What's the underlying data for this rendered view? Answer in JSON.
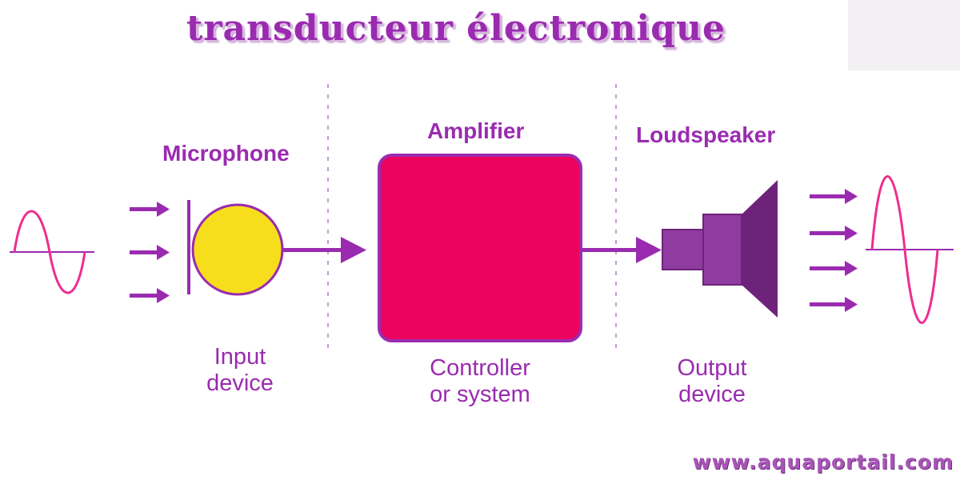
{
  "title": "transducteur électronique",
  "stages": {
    "input": {
      "heading": "Microphone",
      "caption_line1": "Input",
      "caption_line2": "device"
    },
    "controller": {
      "heading": "Amplifier",
      "caption_line1": "Controller",
      "caption_line2": "or system"
    },
    "output": {
      "heading": "Loudspeaker",
      "caption_line1": "Output",
      "caption_line2": "device"
    }
  },
  "watermark": "www.aquaportail.com",
  "colors": {
    "accent": "#9a2bb0",
    "wave": "#ee2e8f",
    "microphone": "#f7de1d",
    "amplifier": "#ec035d",
    "speaker_light": "#8f3ba0",
    "speaker_dark": "#6d2379",
    "divider": "#c79bd1"
  }
}
